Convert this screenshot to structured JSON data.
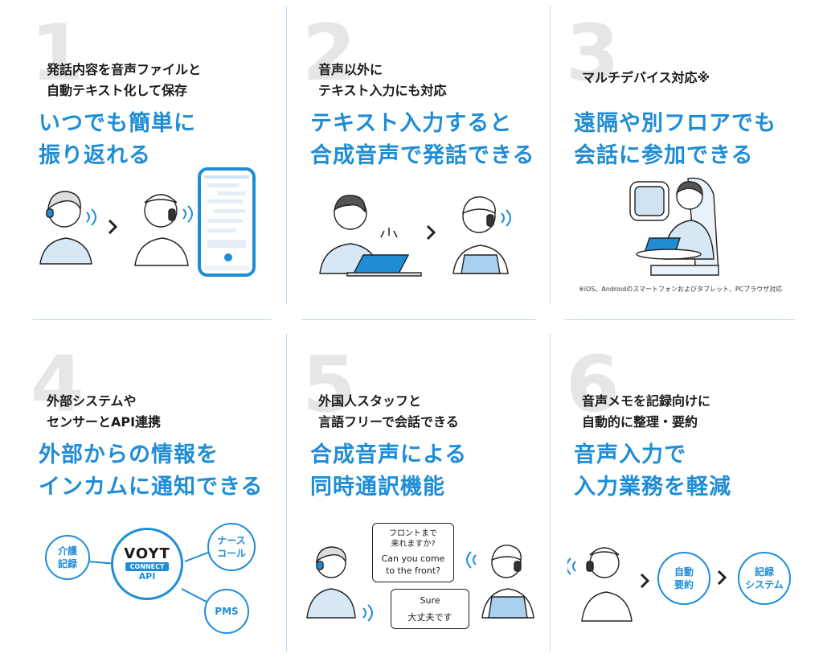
{
  "cards": [
    {
      "number": "1",
      "subtitle": "発話内容を音声ファイルと\n自動テキスト化して保存",
      "headline": "いつでも簡単に\n振り返れる"
    },
    {
      "number": "2",
      "subtitle": "音声以外に\nテキスト入力にも対応",
      "headline": "テキスト入力すると\n合成音声で発話できる"
    },
    {
      "number": "3",
      "subtitle": "マルチデバイス対応※",
      "headline": "遠隔や別フロアでも\n会話に参加できる",
      "note": "※iOS、Androidのスマートフォンおよびタブレット、PCブラウザ対応"
    },
    {
      "number": "4",
      "subtitle": "外部システムや\nセンサーとAPI連携",
      "headline": "外部からの情報を\nインカムに通知できる"
    },
    {
      "number": "5",
      "subtitle": "外国人スタッフと\n言語フリーで会話できる",
      "headline": "合成音声による\n同時通訳機能"
    },
    {
      "number": "6",
      "subtitle": "音声メモを記録向けに\n自動的に整理・要約",
      "headline": "音声入力で\n入力業務を軽減"
    }
  ],
  "api_diagram": {
    "logo": "VOYT",
    "logo_band": "CONNECT",
    "logo_sub": "API",
    "nodes": [
      "介護\n記録",
      "ナース\nコール",
      "PMS"
    ]
  },
  "translation": {
    "bubble_top": "フロントまで\n来れますか?\nCan you come\nto the front?",
    "bubble_top_ja": "フロントまで\n来れますか?",
    "bubble_top_en": "Can you come\nto the front?",
    "bubble_reply_en": "Sure",
    "bubble_reply_ja": "大丈夫です"
  },
  "summary_flow": {
    "steps": [
      "自動\n要約",
      "記録\nシステム"
    ]
  },
  "colors": {
    "accent": "#1f8dd6",
    "divider": "#b9d8ee",
    "number": "#e6e6e6"
  }
}
